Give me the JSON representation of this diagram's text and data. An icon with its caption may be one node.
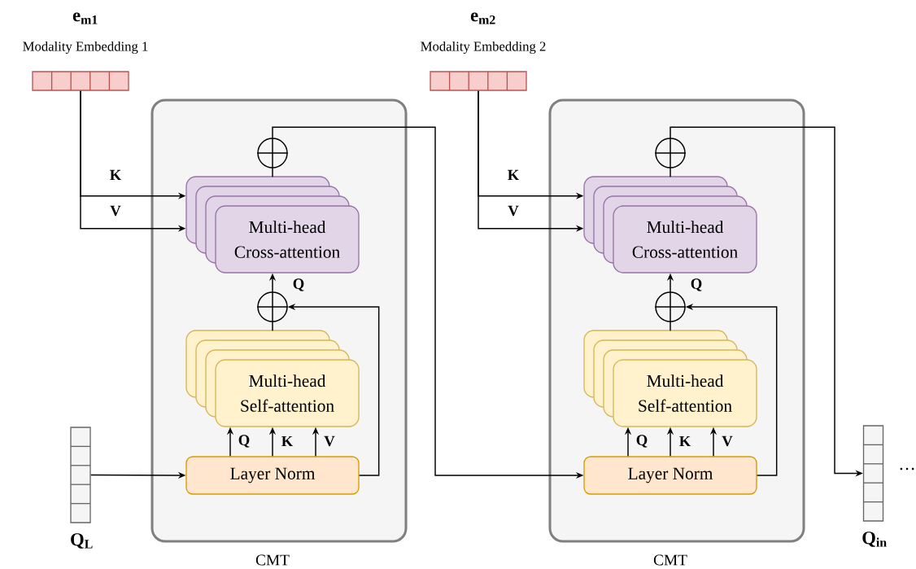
{
  "diagram": {
    "nodes": [
      {
        "text": [
          "e$_{m1}$",
          "Modality Embedding 1"
        ]
      },
      {
        "text": [
          "CMT"
        ]
      },
      {
        "text": [],
        "shape": "circle",
        "in": 1
      },
      {
        "text": [
          "Multi-head Cross-attention"
        ],
        "in": 1
      },
      {
        "text": [],
        "shape": "circle",
        "in": 1
      },
      {
        "text": [
          "Multi-head Self-attention"
        ],
        "in": 1
      },
      {
        "text": [
          "Layer Norm"
        ],
        "in": 1
      },
      {
        "text": [
          "Q$_{L}$"
        ]
      },
      {
        "text": [
          "e$_{m2}$",
          "Modality Embedding 2"
        ]
      },
      {
        "text": [
          "CMT"
        ]
      },
      {
        "text": [],
        "shape": "circle",
        "in": 9
      },
      {
        "text": [
          "Multi-head Cross-attention"
        ],
        "in": 9
      },
      {
        "text": [],
        "shape": "circle",
        "in": 9
      },
      {
        "text": [
          "Multi-head Self-attention"
        ],
        "in": 9
      },
      {
        "text": [
          "Layer Norm"
        ],
        "in": 9
      },
      {
        "text": [
          "Q$_{in}$"
        ]
      }
    ],
    "edges": [
      {
        "from": 0,
        "to": 3,
        "arrow": "to",
        "label": "K"
      },
      {
        "from": 0,
        "to": 3,
        "arrow": "to",
        "label": "V"
      },
      {
        "from": 7,
        "to": 6,
        "arrow": "to"
      },
      {
        "from": 6,
        "to": 5,
        "arrow": "to",
        "label": "Q"
      },
      {
        "from": 6,
        "to": 5,
        "arrow": "to",
        "label": "K"
      },
      {
        "from": 6,
        "to": 5,
        "arrow": "to",
        "label": "V"
      },
      {
        "from": 5,
        "to": 4,
        "arrow": "none"
      },
      {
        "from": 6,
        "to": 4,
        "arrow": "to"
      },
      {
        "from": 4,
        "to": 3,
        "arrow": "to",
        "label": "Q"
      },
      {
        "from": 3,
        "to": 2,
        "arrow": "none"
      },
      {
        "from": 2,
        "to": 14,
        "arrow": "to"
      },
      {
        "from": 8,
        "to": 11,
        "arrow": "to",
        "label": "K"
      },
      {
        "from": 8,
        "to": 11,
        "arrow": "to",
        "label": "V"
      },
      {
        "from": 14,
        "to": 13,
        "arrow": "to",
        "label": "Q"
      },
      {
        "from": 14,
        "to": 13,
        "arrow": "to",
        "label": "K"
      },
      {
        "from": 14,
        "to": 13,
        "arrow": "to",
        "label": "V"
      },
      {
        "from": 13,
        "to": 12,
        "arrow": "none"
      },
      {
        "from": 14,
        "to": 12,
        "arrow": "to"
      },
      {
        "from": 12,
        "to": 11,
        "arrow": "to",
        "label": "Q"
      },
      {
        "from": 11,
        "to": 10,
        "arrow": "none"
      },
      {
        "from": 10,
        "to": 15,
        "arrow": "to"
      }
    ],
    "labels": [
      "…"
    ]
  }
}
